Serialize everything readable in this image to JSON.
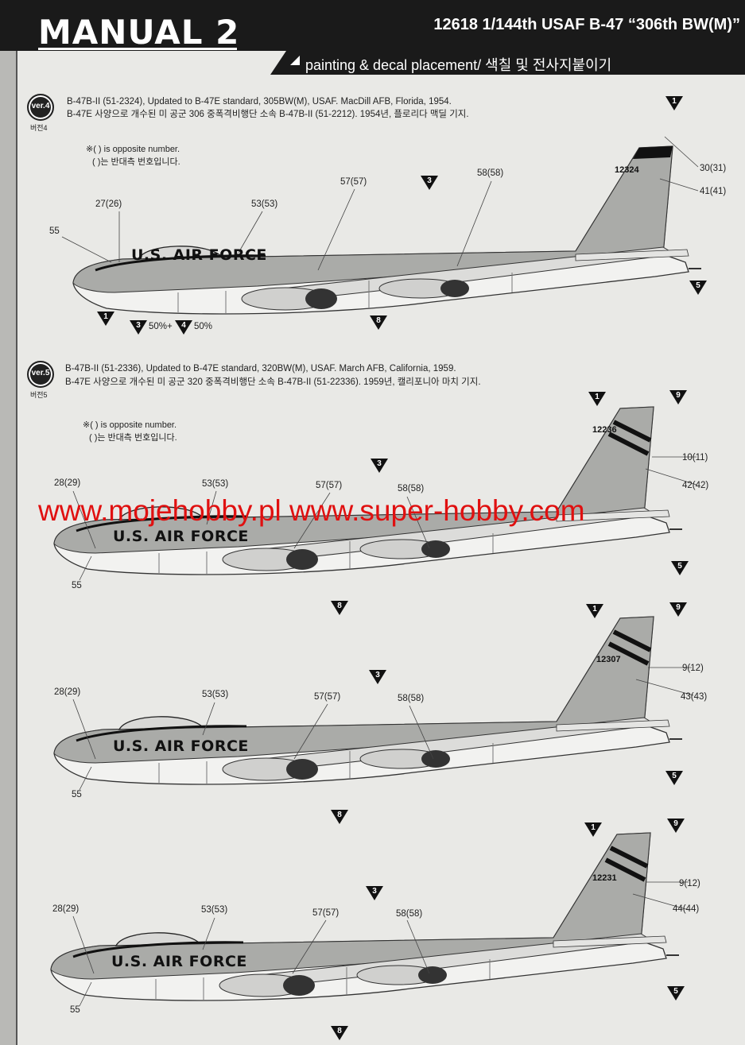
{
  "header": {
    "title": "MANUAL 2",
    "product": "12618 1/144th USAF B-47 “306th BW(M)”",
    "section": "painting & decal placement/ 색칠 및 전사지붙이기"
  },
  "versions": [
    {
      "badge": "ver.4",
      "badge_ko": "버전4",
      "desc_en": "B-47B-II (51-2324), Updated to B-47E standard, 305BW(M), USAF.  MacDill AFB, Florida, 1954.",
      "desc_ko": "B-47E 사양으로 개수된 미 공군 306 중폭격비행단 소속 B-47B-II (51-2212). 1954년, 플로리다 맥딜 기지.",
      "note_en": "※( ) is opposite number.",
      "note_ko": "( )는 반대측 번호입니다."
    },
    {
      "badge": "ver.5",
      "badge_ko": "버전5",
      "desc_en": "B-47B-II (51-2336), Updated to B-47E standard, 320BW(M), USAF.  March AFB, California, 1959.",
      "desc_ko": "B-47E 사양으로 개수된 미 공군 320 중폭격비행단 소속 B-47B-II (51-22336). 1959년, 캘리포니아 마치 기지.",
      "note_en": "※( ) is opposite number.",
      "note_ko": "( )는 반대측 번호입니다."
    }
  ],
  "planes": [
    {
      "fuselage_text": "U.S. AIR FORCE",
      "tail_number": "12324",
      "labels": [
        "30(31)",
        "41(41)",
        "58(58)",
        "57(57)",
        "53(53)",
        "27(26)",
        "55"
      ],
      "markers": [
        "1",
        "3",
        "5",
        "8",
        "1"
      ],
      "paint_legend": {
        "m1": "3",
        "p1": "50%+",
        "m2": "4",
        "p2": "50%"
      }
    },
    {
      "fuselage_text": "U.S. AIR FORCE",
      "tail_number": "12236",
      "labels": [
        "10(11)",
        "42(42)",
        "58(58)",
        "57(57)",
        "53(53)",
        "28(29)",
        "55"
      ],
      "markers": [
        "1",
        "9",
        "3",
        "5",
        "8"
      ]
    },
    {
      "fuselage_text": "U.S. AIR FORCE",
      "tail_number": "12307",
      "labels": [
        "9(12)",
        "43(43)",
        "58(58)",
        "57(57)",
        "53(53)",
        "28(29)",
        "55"
      ],
      "markers": [
        "1",
        "9",
        "3",
        "5",
        "8"
      ]
    },
    {
      "fuselage_text": "U.S. AIR FORCE",
      "tail_number": "12231",
      "labels": [
        "9(12)",
        "44(44)",
        "58(58)",
        "57(57)",
        "53(53)",
        "28(29)",
        "55"
      ],
      "markers": [
        "1",
        "9",
        "3",
        "5",
        "8"
      ]
    }
  ],
  "watermark": "www.mojehobby.pl www.super-hobby.com"
}
